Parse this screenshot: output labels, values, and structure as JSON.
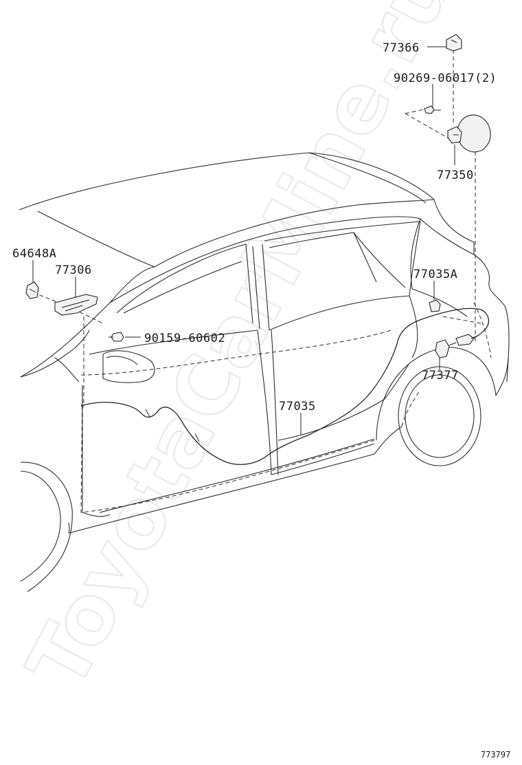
{
  "watermark": "ToyotaCarMine.ru",
  "figure_id": "773797",
  "parts": {
    "p77366": "77366",
    "p90269": "90269-06017(2)",
    "p77350": "77350",
    "p64648A": "64648A",
    "p77306": "77306",
    "p90159": "90159-60602",
    "p77035A": "77035A",
    "p77377": "77377",
    "p77035": "77035"
  }
}
